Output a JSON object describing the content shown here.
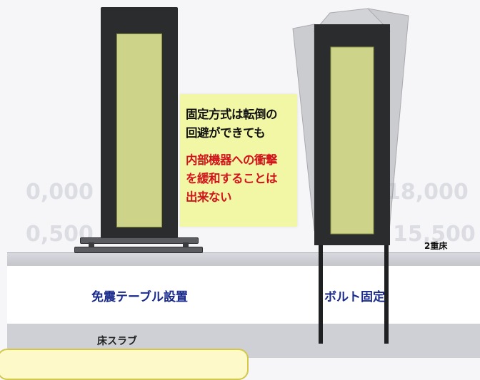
{
  "colors": {
    "cabinet": "#2a2c2d",
    "cabinet_panel": "#cdd48a",
    "note_background": "#f2f7a6",
    "note_black_text": "#111111",
    "note_red_text": "#d2151c",
    "table_label_color": "#1a2b8c",
    "floor_band": "#c9cad0"
  },
  "labels": {
    "raised_floor": "2重床",
    "seismic_table": "免震テーブル設置",
    "bolt_fixing": "ボルト固定",
    "floor_slab": "床スラブ"
  },
  "note": {
    "black_lines": [
      "固定方式は転倒の",
      "回避ができても"
    ],
    "red_lines": [
      "内部機器への衝撃",
      "を緩和することは",
      "出来ない"
    ]
  }
}
